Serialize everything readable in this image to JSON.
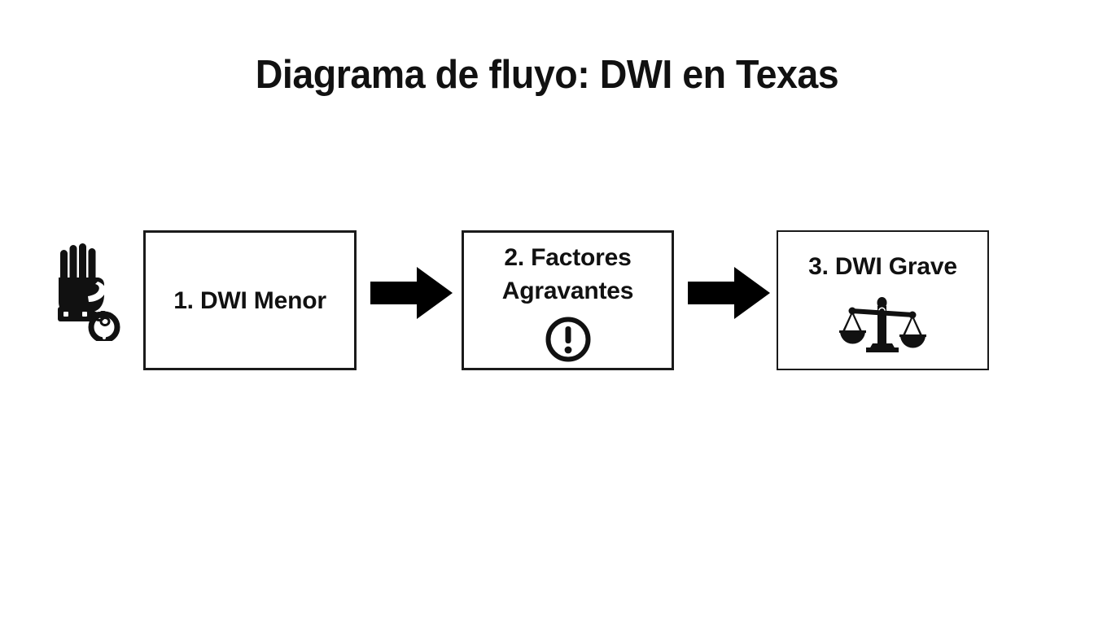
{
  "slide": {
    "title": "Diagrama de fluyo: DWI en Texas",
    "background_color": "#ffffff",
    "ink_color": "#111111"
  },
  "flow": {
    "steps": [
      {
        "label": "1. DWI Menor",
        "icon": "",
        "box_border_color": "#1a1a1a"
      },
      {
        "label": "2. Factores\nAgravantes",
        "icon": "exclamation-circle-icon",
        "box_border_color": "#1a1a1a"
      },
      {
        "label": "3. DWI Grave",
        "icon": "scales-of-justice-icon",
        "box_border_color": "#1a1a1a"
      }
    ],
    "connectors": [
      {
        "icon": "right-arrow-icon"
      },
      {
        "icon": "right-arrow-icon"
      }
    ],
    "decoration": {
      "icon": "handcuffed-hand-icon"
    }
  }
}
